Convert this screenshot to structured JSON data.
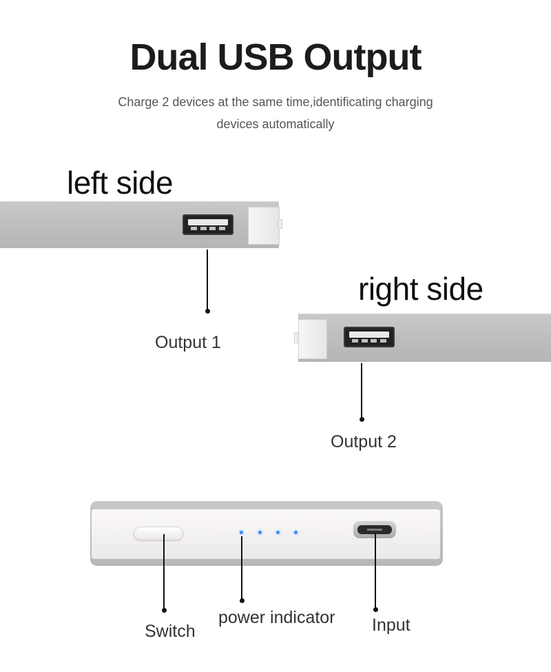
{
  "header": {
    "title": "Dual USB Output",
    "subtitle_line1": "Charge 2 devices at the same time,identificating charging",
    "subtitle_line2": "devices automatically"
  },
  "left_view": {
    "label": "left side",
    "callout": "Output 1"
  },
  "right_view": {
    "label": "right side",
    "callout": "Output 2"
  },
  "front_view": {
    "callouts": {
      "switch": "Switch",
      "indicator": "power indicator",
      "input": "Input"
    },
    "led_color": "#3b8ef5",
    "led_count": 4
  },
  "colors": {
    "shell": "#c2c2c2",
    "face": "#f5f2f2"
  }
}
